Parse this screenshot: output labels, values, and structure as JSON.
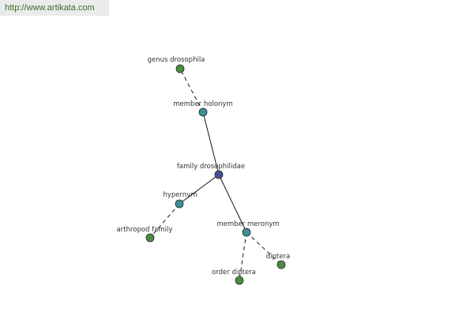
{
  "banner": {
    "text": "http://www.artikata.com"
  },
  "colors": {
    "root_node": "#4a4f9c",
    "relation_node": "#3f8d93",
    "leaf_node": "#4f8a45",
    "node_stroke": "#1f2b1f",
    "edge": "#000000",
    "label": "#333333",
    "banner_bg": "#ebebeb",
    "banner_text": "#3e6b2c"
  },
  "graph": {
    "nodes": [
      {
        "id": "genus-drosophila",
        "label": "genus drosophila",
        "kind": "leaf"
      },
      {
        "id": "member-holonym",
        "label": "member holonym",
        "kind": "relation"
      },
      {
        "id": "family-drosophilidae",
        "label": "family drosophilidae",
        "kind": "root"
      },
      {
        "id": "hypernym",
        "label": "hypernym",
        "kind": "relation"
      },
      {
        "id": "arthropod-family",
        "label": "arthropod family",
        "kind": "leaf"
      },
      {
        "id": "member-meronym",
        "label": "member meronym",
        "kind": "relation"
      },
      {
        "id": "order-diptera",
        "label": "order diptera",
        "kind": "leaf"
      },
      {
        "id": "diptera",
        "label": "diptera",
        "kind": "leaf"
      }
    ],
    "edges": [
      {
        "from": "family-drosophilidae",
        "to": "member-holonym",
        "style": "solid"
      },
      {
        "from": "member-holonym",
        "to": "genus-drosophila",
        "style": "dashed"
      },
      {
        "from": "family-drosophilidae",
        "to": "hypernym",
        "style": "solid"
      },
      {
        "from": "hypernym",
        "to": "arthropod-family",
        "style": "dashed"
      },
      {
        "from": "family-drosophilidae",
        "to": "member-meronym",
        "style": "solid"
      },
      {
        "from": "member-meronym",
        "to": "order-diptera",
        "style": "dashed"
      },
      {
        "from": "member-meronym",
        "to": "diptera",
        "style": "dashed"
      }
    ]
  }
}
